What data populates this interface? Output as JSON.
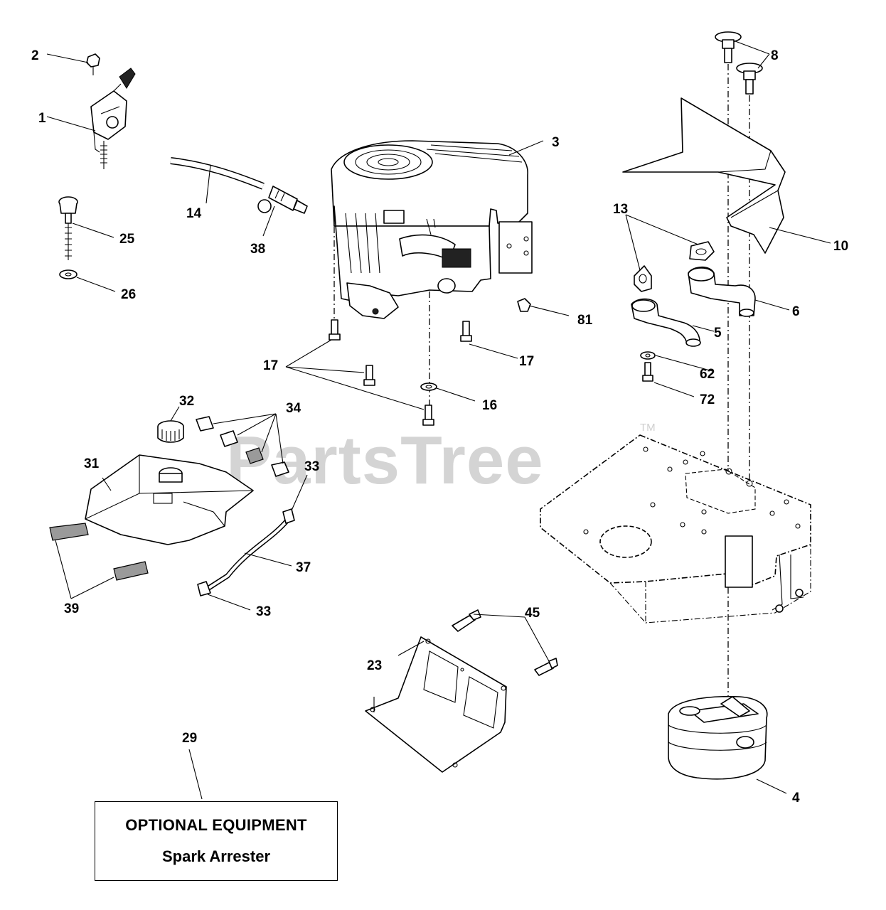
{
  "watermark": {
    "text": "PartsTree",
    "trademark": "TM"
  },
  "callouts": {
    "c1": "1",
    "c2": "2",
    "c3": "3",
    "c4": "4",
    "c5": "5",
    "c6": "6",
    "c8": "8",
    "c10": "10",
    "c13": "13",
    "c14": "14",
    "c16": "16",
    "c17a": "17",
    "c17b": "17",
    "c23": "23",
    "c25": "25",
    "c26": "26",
    "c29": "29",
    "c31": "31",
    "c32": "32",
    "c33a": "33",
    "c33b": "33",
    "c34": "34",
    "c37": "37",
    "c38": "38",
    "c39": "39",
    "c45": "45",
    "c62": "62",
    "c72": "72",
    "c81": "81"
  },
  "optional_box": {
    "line1": "OPTIONAL EQUIPMENT",
    "line2": "Spark Arrester"
  }
}
